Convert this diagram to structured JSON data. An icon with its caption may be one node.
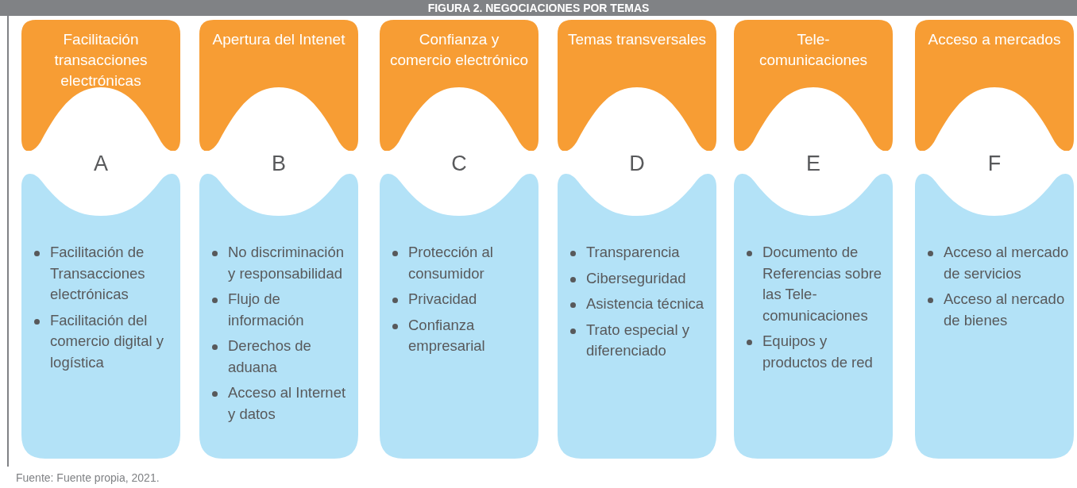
{
  "diagram": {
    "title": "FIGURA 2. NEGOCIACIONES POR TEMAS",
    "caption": "Fuente: Fuente propia, 2021.",
    "nodes": [
      {
        "text": [
          "Facilitación transacciones electrónicas"
        ]
      },
      {
        "text": [
          "Facilitación de Transacciones electrónicas",
          "Facilitación del comercio digital y logística"
        ]
      },
      {
        "text": [
          "Apertura del Intenet"
        ]
      },
      {
        "text": [
          "No discriminación y responsabilidad",
          "Flujo de información",
          "Derechos de aduana",
          "Acceso al Internet y datos"
        ]
      },
      {
        "text": [
          "Confianza y comercio electrónico"
        ]
      },
      {
        "text": [
          "Protección al consumidor",
          "Privacidad",
          "Confianza empresarial"
        ]
      },
      {
        "text": [
          "Temas transversales"
        ]
      },
      {
        "text": [
          "Transparencia",
          "Ciberseguridad",
          "Asistencia técnica",
          "Trato especial y diferenciado"
        ]
      },
      {
        "text": [
          "Tele- comunicaciones"
        ]
      },
      {
        "text": [
          "Documento de Referencias sobre las Tele- comunicaciones",
          "Equipos y productos de red"
        ]
      },
      {
        "text": [
          "Acceso a mercados"
        ]
      },
      {
        "text": [
          "Acceso al mercado de servicios",
          "Acceso al nercado de bienes"
        ]
      }
    ],
    "labels": [
      "A",
      "B",
      "C",
      "D",
      "E",
      "F"
    ]
  }
}
